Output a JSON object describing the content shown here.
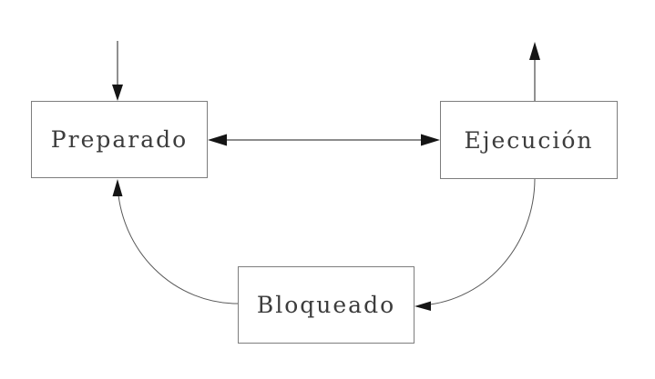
{
  "diagram": {
    "type": "state-diagram",
    "background": "#ffffff",
    "colors": {
      "box_border": "#7d7d7d",
      "box_fill": "#ffffff",
      "label_text": "#3c3c3c",
      "connector_line": "#474747",
      "arrowhead": "#151515"
    },
    "nodes": [
      {
        "id": "preparado",
        "label": "Preparado"
      },
      {
        "id": "ejecucion",
        "label": "Ejecución"
      },
      {
        "id": "bloqueado",
        "label": "Bloqueado"
      }
    ],
    "edges": [
      {
        "name": "admission-arrow",
        "from": "external",
        "to": "preparado",
        "style": "straight-vertical-down",
        "bidirectional": false
      },
      {
        "name": "termination-arrow",
        "from": "ejecucion",
        "to": "external",
        "style": "straight-vertical-up",
        "bidirectional": false
      },
      {
        "name": "preparado-ejecucion-arrow",
        "from": "preparado",
        "to": "ejecucion",
        "style": "straight-horizontal",
        "bidirectional": true
      },
      {
        "name": "ejecucion-bloqueado-arrow",
        "from": "ejecucion",
        "to": "bloqueado",
        "style": "curved-quarter-arc",
        "bidirectional": false
      },
      {
        "name": "bloqueado-preparado-arrow",
        "from": "bloqueado",
        "to": "preparado",
        "style": "curved-quarter-arc",
        "bidirectional": false
      }
    ]
  }
}
